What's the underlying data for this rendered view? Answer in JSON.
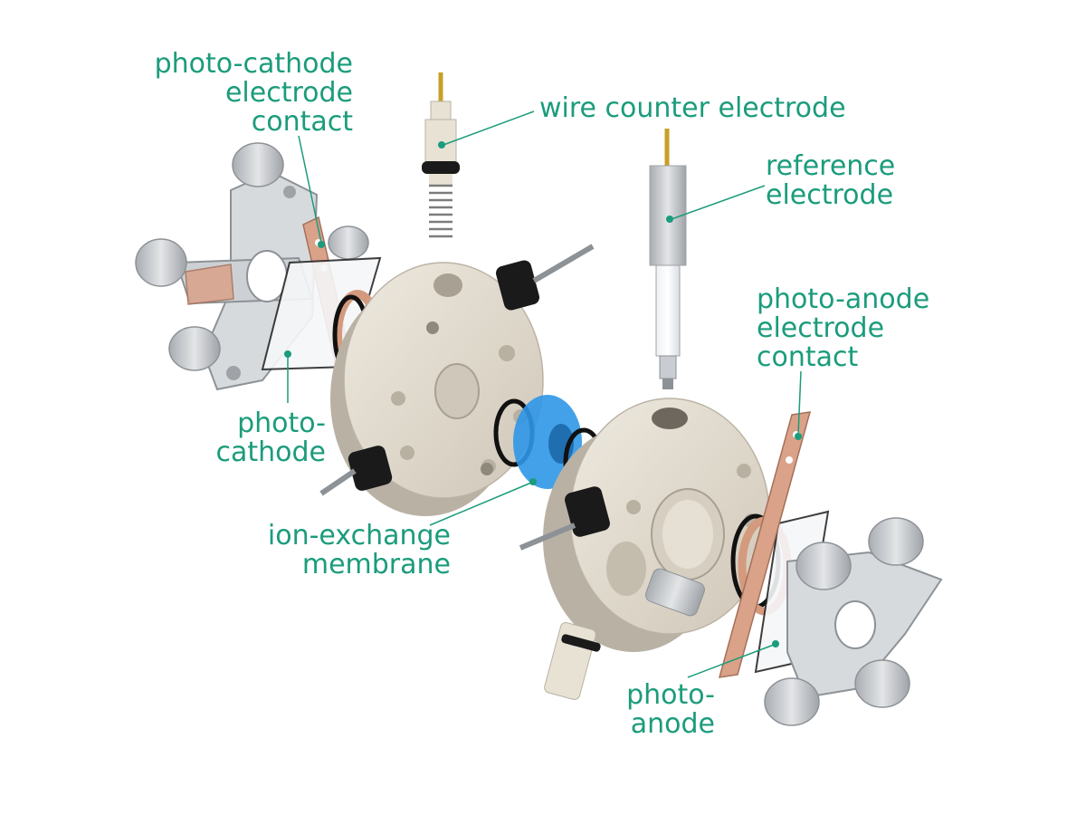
{
  "colors": {
    "label_text": "#1b9c7c",
    "leader_line": "#1b9c7c",
    "cell_body": "#e3ddd1",
    "cell_shadow": "#b9b2a4",
    "membrane": "#2f97e8",
    "copper": "#d49a7e",
    "metal": "#c9ccd0",
    "knob": "#bfc2c5",
    "black_part": "#1a1a1a"
  },
  "labels": {
    "photocathode_contact": "photo-cathode\nelectrode\ncontact",
    "wire_counter": "wire counter electrode",
    "reference": "reference\nelectrode",
    "photoanode_contact": "photo-anode\nelectrode\ncontact",
    "photocathode": "photo-\ncathode",
    "membrane": "ion-exchange\nmembrane",
    "photoanode": "photo-\nanode"
  }
}
